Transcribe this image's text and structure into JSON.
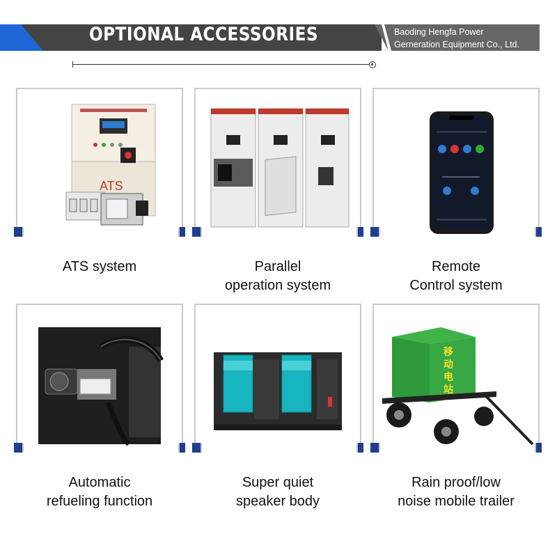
{
  "header": {
    "title": "OPTIONAL ACCESSORIES",
    "company_line1": "Baoding Hengfa Power",
    "company_line2": "Gerneration Equipment Co., Ltd."
  },
  "colors": {
    "banner_dark": "#444444",
    "banner_accent": "#1f66d6",
    "frame_bar": "#1d3f8e"
  },
  "cards": [
    {
      "id": "ats",
      "line1": "ATS system",
      "line2": "",
      "image_labels": [
        "ATS"
      ]
    },
    {
      "id": "parallel",
      "line1": "Parallel",
      "line2": "operation system"
    },
    {
      "id": "remote",
      "line1": "Remote",
      "line2": "Control system"
    },
    {
      "id": "refuel",
      "line1": "Automatic",
      "line2": "refueling function"
    },
    {
      "id": "silent",
      "line1": "Super quiet",
      "line2": "speaker body"
    },
    {
      "id": "trailer",
      "line1": "Rain proof/low",
      "line2": "noise mobile trailer",
      "image_labels": [
        "移",
        "动",
        "电",
        "站"
      ]
    }
  ]
}
